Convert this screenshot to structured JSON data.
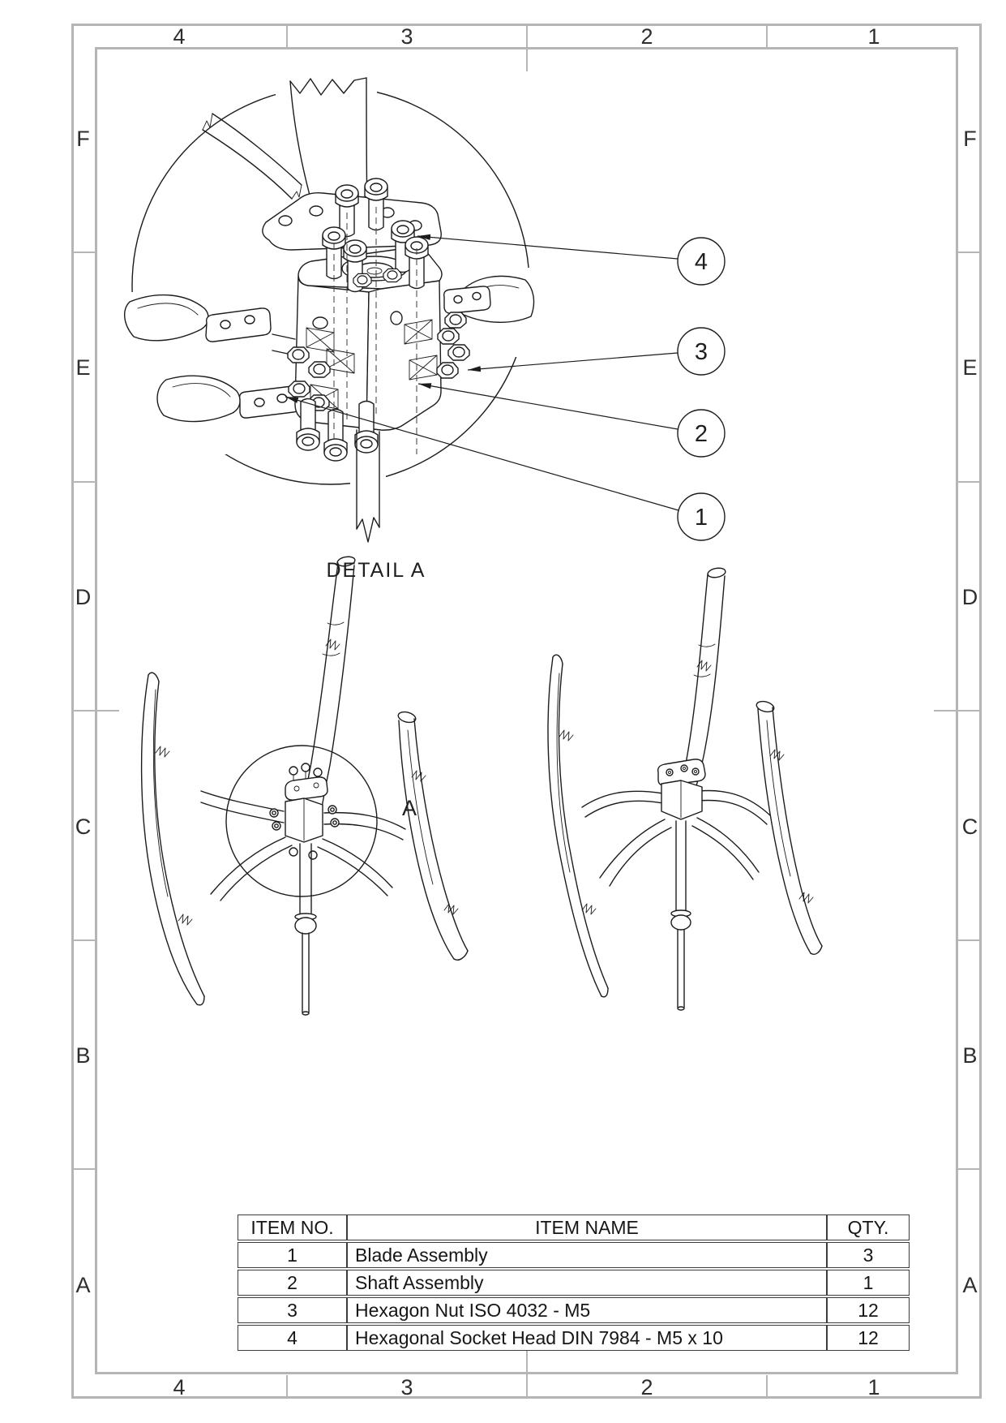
{
  "sheet": {
    "background": "#ffffff",
    "frame_color": "#b5b5b5",
    "line_color": "#1c1c1c",
    "zone_columns": [
      "4",
      "3",
      "2",
      "1"
    ],
    "zone_rows": [
      "F",
      "E",
      "D",
      "C",
      "B",
      "A"
    ]
  },
  "detail_view": {
    "label": "DETAIL A",
    "balloons": [
      "4",
      "3",
      "2",
      "1"
    ]
  },
  "assembly_views": {
    "detail_marker": "A"
  },
  "bom_table": {
    "headers": {
      "item_no": "ITEM NO.",
      "item_name": "ITEM NAME",
      "qty": "QTY."
    },
    "rows": [
      {
        "no": "1",
        "name": "Blade Assembly",
        "qty": "3"
      },
      {
        "no": "2",
        "name": "Shaft Assembly",
        "qty": "1"
      },
      {
        "no": "3",
        "name": "Hexagon Nut ISO 4032 - M5",
        "qty": "12"
      },
      {
        "no": "4",
        "name": "Hexagonal Socket Head DIN 7984 - M5 x 10",
        "qty": "12"
      }
    ]
  }
}
